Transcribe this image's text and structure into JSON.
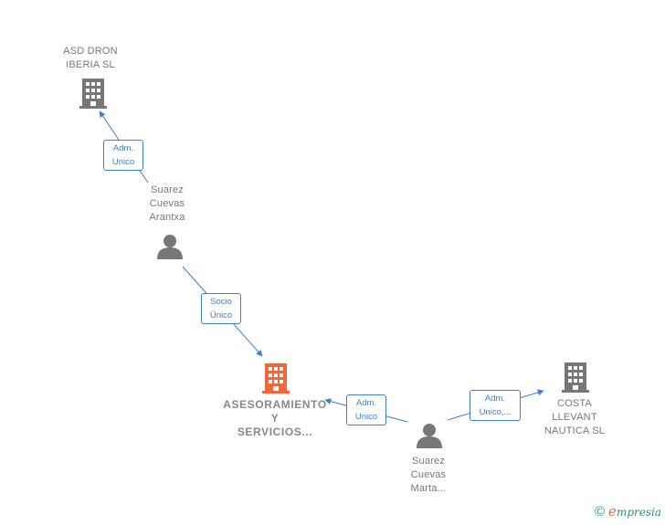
{
  "nodes": {
    "asd": {
      "lines": [
        "ASD DRON",
        "IBERIA  SL"
      ]
    },
    "arantxa": {
      "lines": [
        "Suarez",
        "Cuevas",
        "Arantxa"
      ]
    },
    "asesoramiento": {
      "lines": [
        "ASESORAMIENTO",
        "Y",
        "SERVICIOS..."
      ]
    },
    "marta": {
      "lines": [
        "Suarez",
        "Cuevas",
        "Marta..."
      ]
    },
    "costa": {
      "lines": [
        "COSTA",
        "LLEVANT",
        "NAUTICA  SL"
      ]
    }
  },
  "edges": {
    "arantxa_asd": {
      "lines": [
        "Adm.",
        "Unico"
      ]
    },
    "arantxa_asesoramiento": {
      "lines": [
        "Socio",
        "Único"
      ]
    },
    "marta_asesoramiento": {
      "lines": [
        "Adm.",
        "Unico"
      ]
    },
    "marta_costa": {
      "lines": [
        "Adm.",
        "Unico,..."
      ]
    }
  },
  "footer": {
    "copyright": "©",
    "brand_initial": "e",
    "brand": "mpresia"
  },
  "colors": {
    "edge": "#3d7fd0",
    "main_company": "#f0683a",
    "company": "#777777",
    "person": "#777777"
  },
  "icons": {
    "company": "building-icon",
    "person": "person-icon"
  }
}
